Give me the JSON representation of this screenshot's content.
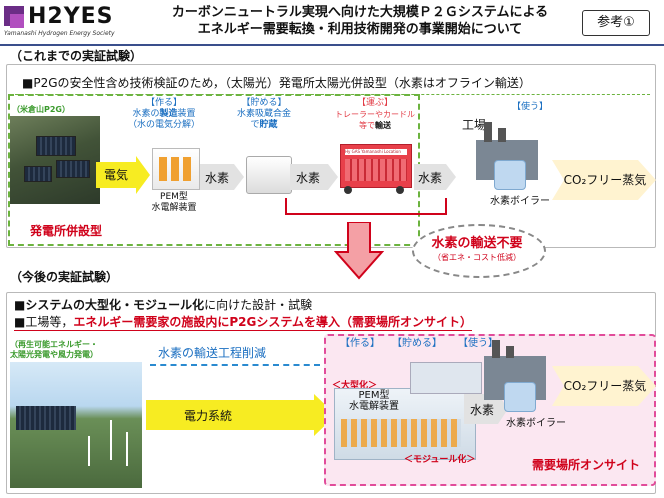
{
  "header": {
    "logo_text": "H2YES",
    "logo_sub": "Yamanashi Hydrogen Energy Society",
    "title_line1": "カーボンニュートラル実現へ向けた大規模Ｐ２Ｇシステムによる",
    "title_line2": "エネルギー需要転換・利用技術開発の事業開始について",
    "ref_label": "参考①"
  },
  "section1": {
    "heading": "（これまでの実証試験）",
    "note": "■P2Gの安全性含め技術検証のため，（太陽光）発電所太陽光併設型（水素はオフライン輸送）",
    "site_label": "（米倉山P2G）",
    "site_caption": "発電所併設型",
    "step_make": "【作る】",
    "step_make_desc1": "水素の",
    "step_make_desc_bold": "製造",
    "step_make_desc2": "装置",
    "step_make_desc3": "（水の電気分解）",
    "step_store": "【貯める】",
    "step_store_desc1": "水素吸蔵合金",
    "step_store_desc2": "で",
    "step_store_desc_bold": "貯蔵",
    "step_carry": "【運ぶ】",
    "step_carry_desc1": "トレーラーやカードル",
    "step_carry_desc2": "等で",
    "step_carry_desc_bold": "輸送",
    "step_use": "【使う】",
    "factory_label": "工場",
    "electricity": "電気",
    "hydrogen_1": "水素",
    "hydrogen_2": "水素",
    "hydrogen_3": "水素",
    "pem_label1": "PEM型",
    "pem_label2": "水電解装置",
    "boiler_label": "水素ボイラー",
    "co2_free": "CO₂フリー蒸気",
    "trailer_tag": "Hy GAS Yamanashi Location"
  },
  "callout": {
    "title": "水素の輸送不要",
    "sub": "（省エネ・コスト低減）"
  },
  "section2": {
    "heading": "（今後の実証試験）",
    "bullet1_prefix": "■",
    "bullet1_bold": "システムの大型化・モジュール化",
    "bullet1_rest": "に向けた設計・試験",
    "bullet2_prefix": "■工場等，",
    "bullet2_red": "エネルギー需要家の施設内にP2Gシステムを導入（需要場所オンサイト）",
    "renew_label1": "（再生可能エネルギー・",
    "renew_label2": "太陽光発電や風力発電）",
    "transport_cut": "水素の輸送工程削減",
    "grid": "電力系統",
    "step_make": "【作る】",
    "step_store": "【貯める】",
    "step_use": "【使う】",
    "large_tag": "＜大型化＞",
    "module_tag": "＜モジュール化＞",
    "pem_label1": "PEM型",
    "pem_label2": "水電解装置",
    "hydrogen": "水素",
    "boiler_label": "水素ボイラー",
    "co2_free": "CO₂フリー蒸気",
    "onsite": "需要場所オンサイト"
  },
  "colors": {
    "accent_red": "#d0021b",
    "green_dash": "#6cb33f",
    "blue": "#1b6fc1",
    "pink_bg": "#fbe7f1",
    "yellow_arrow": "#f7ec22"
  }
}
